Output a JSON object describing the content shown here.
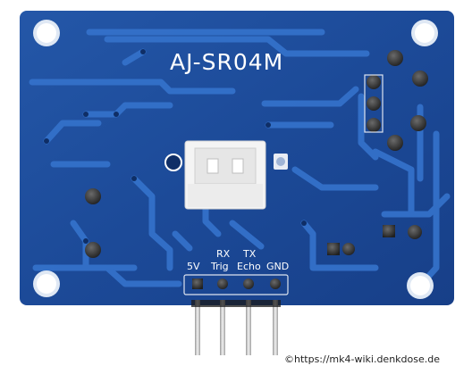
{
  "board": {
    "title": "AJ-SR04M",
    "colors": {
      "pcb": "#1e4fa0",
      "trace": "#2d6bc4",
      "silk": "#ffffff",
      "pad": "#c9c9c9"
    }
  },
  "labels": {
    "rx": "RX",
    "tx": "TX",
    "pins": [
      "5V",
      "Trig",
      "Echo",
      "GND"
    ]
  },
  "connector": {
    "color": "#f2f2f2"
  },
  "watermark": {
    "text": "©https://mk4-wiki.denkdose.de"
  }
}
